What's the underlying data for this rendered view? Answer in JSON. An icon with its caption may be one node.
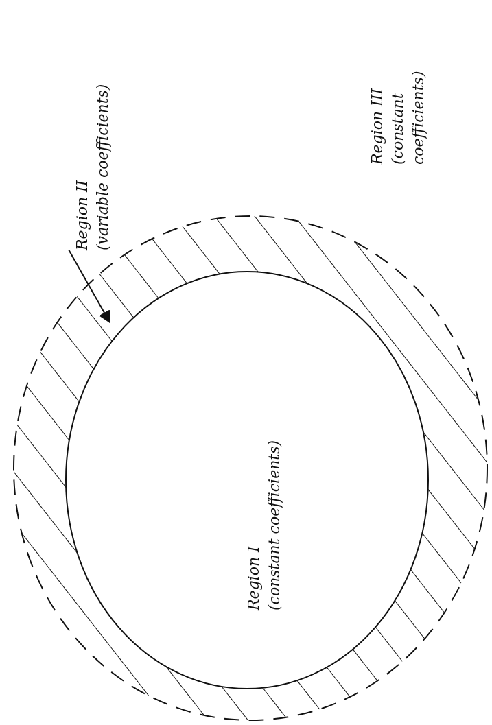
{
  "diagram": {
    "nodes": [
      {
        "text": [],
        "shape": "circle"
      },
      {
        "text": [
          "Region I",
          "(constant coefficients)"
        ],
        "in": 0
      },
      {
        "text": [
          "Region II",
          "(variable coefficients)"
        ]
      }
    ],
    "edges": [
      {
        "from": 2,
        "to": 0,
        "arrow": "to"
      }
    ],
    "labels": [
      "Region III",
      "(constant coefficients)"
    ]
  }
}
